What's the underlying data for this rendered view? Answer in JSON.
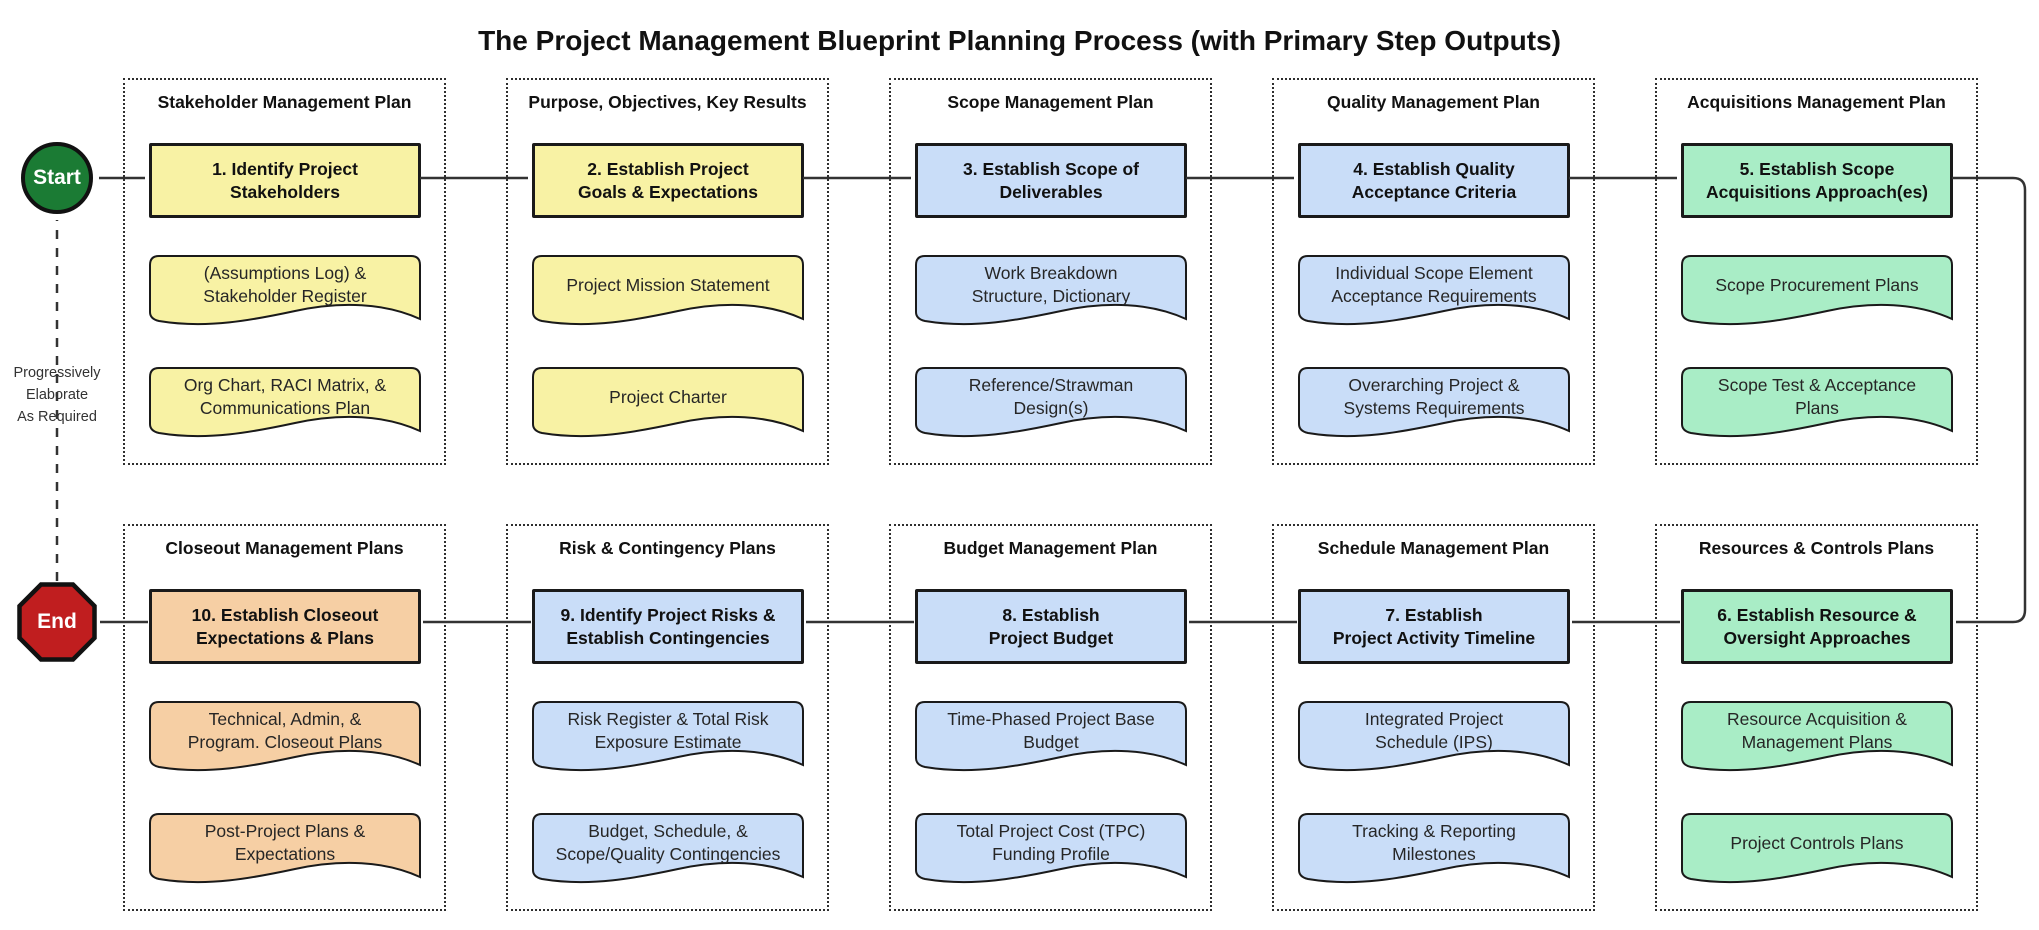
{
  "title": "The Project Management Blueprint Planning Process (with Primary Step Outputs)",
  "start_label": "Start",
  "end_label": "End",
  "loop_note": "Progressively\nElaborate\nAs Required",
  "colors": {
    "box_yellow": "#F8F2A4",
    "box_blue": "#C9DDF8",
    "box_green": "#A9EDC6",
    "box_orange": "#F6CFA4",
    "start_fill": "#1B7B34",
    "end_fill": "#C01E1F",
    "arrow": "#333333",
    "shape_border": "#1a1a1a"
  },
  "groups": [
    {
      "title": "Stakeholder Management Plan",
      "fill": "#F8F2A4",
      "step": "1. Identify Project\nStakeholders",
      "outputs": [
        "(Assumptions Log) &\nStakeholder Register",
        "Org Chart, RACI Matrix, &\nCommunications Plan"
      ]
    },
    {
      "title": "Purpose, Objectives, Key Results",
      "fill": "#F8F2A4",
      "step": "2. Establish Project\nGoals & Expectations",
      "outputs": [
        "Project Mission Statement",
        "Project Charter"
      ]
    },
    {
      "title": "Scope Management Plan",
      "fill": "#C9DDF8",
      "step": "3. Establish Scope of\nDeliverables",
      "outputs": [
        "Work Breakdown\nStructure, Dictionary",
        "Reference/Strawman\nDesign(s)"
      ]
    },
    {
      "title": "Quality Management Plan",
      "fill": "#C9DDF8",
      "step": "4. Establish Quality\nAcceptance Criteria",
      "outputs": [
        "Individual Scope Element\nAcceptance Requirements",
        "Overarching Project &\nSystems Requirements"
      ]
    },
    {
      "title": "Acquisitions Management Plan",
      "fill": "#A9EDC6",
      "step": "5. Establish Scope\nAcquisitions Approach(es)",
      "outputs": [
        "Scope Procurement Plans",
        "Scope Test & Acceptance\nPlans"
      ]
    },
    {
      "title": "Resources & Controls Plans",
      "fill": "#A9EDC6",
      "step": "6. Establish Resource &\nOversight Approaches",
      "outputs": [
        "Resource Acquisition &\nManagement Plans",
        "Project Controls Plans"
      ]
    },
    {
      "title": "Schedule Management Plan",
      "fill": "#C9DDF8",
      "step": "7. Establish\nProject Activity Timeline",
      "outputs": [
        "Integrated Project\nSchedule (IPS)",
        "Tracking & Reporting\nMilestones"
      ]
    },
    {
      "title": "Budget Management Plan",
      "fill": "#C9DDF8",
      "step": "8. Establish\nProject Budget",
      "outputs": [
        "Time-Phased Project Base\nBudget",
        "Total Project Cost (TPC)\nFunding Profile"
      ]
    },
    {
      "title": "Risk & Contingency Plans",
      "fill": "#C9DDF8",
      "step": "9. Identify Project Risks &\nEstablish Contingencies",
      "outputs": [
        "Risk Register & Total Risk\nExposure Estimate",
        "Budget, Schedule, &\nScope/Quality Contingencies"
      ]
    },
    {
      "title": "Closeout Management Plans",
      "fill": "#F6CFA4",
      "step": "10. Establish Closeout\nExpectations & Plans",
      "outputs": [
        "Technical, Admin, &\nProgram. Closeout Plans",
        "Post-Project Plans &\nExpectations"
      ]
    }
  ]
}
